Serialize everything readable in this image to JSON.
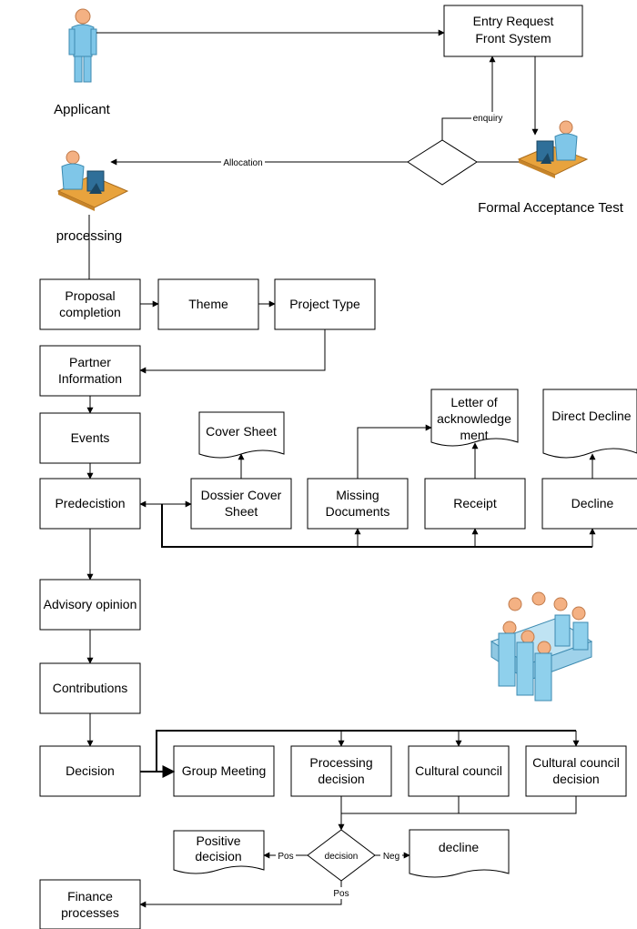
{
  "actors": {
    "applicant": "Applicant",
    "formal_acceptance": "Formal Acceptance Test",
    "processing": "processing"
  },
  "nodes": {
    "entry_request": [
      "Entry Request",
      "Front System"
    ],
    "proposal": [
      "Proposal",
      "completion"
    ],
    "theme": [
      "Theme"
    ],
    "project_type": [
      "Project Type"
    ],
    "partner": [
      "Partner",
      "Information"
    ],
    "events": [
      "Events"
    ],
    "predecision": [
      "Predecistion"
    ],
    "cover_sheet": [
      "Cover Sheet"
    ],
    "dossier": [
      "Dossier Cover",
      "Sheet"
    ],
    "missing": [
      "Missing",
      "Documents"
    ],
    "letter": [
      "Letter of",
      "acknowledge",
      "ment"
    ],
    "receipt": [
      "Receipt"
    ],
    "direct_decline": [
      "Direct Decline"
    ],
    "decline_box": [
      "Decline"
    ],
    "advisory": [
      "Advisory opinion"
    ],
    "contributions": [
      "Contributions"
    ],
    "decision": [
      "Decision"
    ],
    "group_meeting": [
      "Group Meeting"
    ],
    "processing_decision": [
      "Processing",
      "decision"
    ],
    "cultural_council": [
      "Cultural council"
    ],
    "cultural_council_decision": [
      "Cultural council",
      "decision"
    ],
    "positive": [
      "Positive",
      "decision"
    ],
    "decision_diamond": [
      "decision"
    ],
    "decline_doc": [
      "decline"
    ],
    "finance": [
      "Finance",
      "processes"
    ]
  },
  "edge_labels": {
    "enquiry": "enquiry",
    "allocation": "Allocation",
    "pos_left": "Pos",
    "neg": "Neg",
    "pos_down": "Pos"
  },
  "colors": {
    "line": "#000000",
    "person_skin": "#F4B183",
    "person_body": "#7FC6E8",
    "desk": "#E8A33D",
    "chair": "#8FD0EC"
  },
  "icons": [
    "person-icon",
    "workstation-icon",
    "meeting-icon"
  ]
}
